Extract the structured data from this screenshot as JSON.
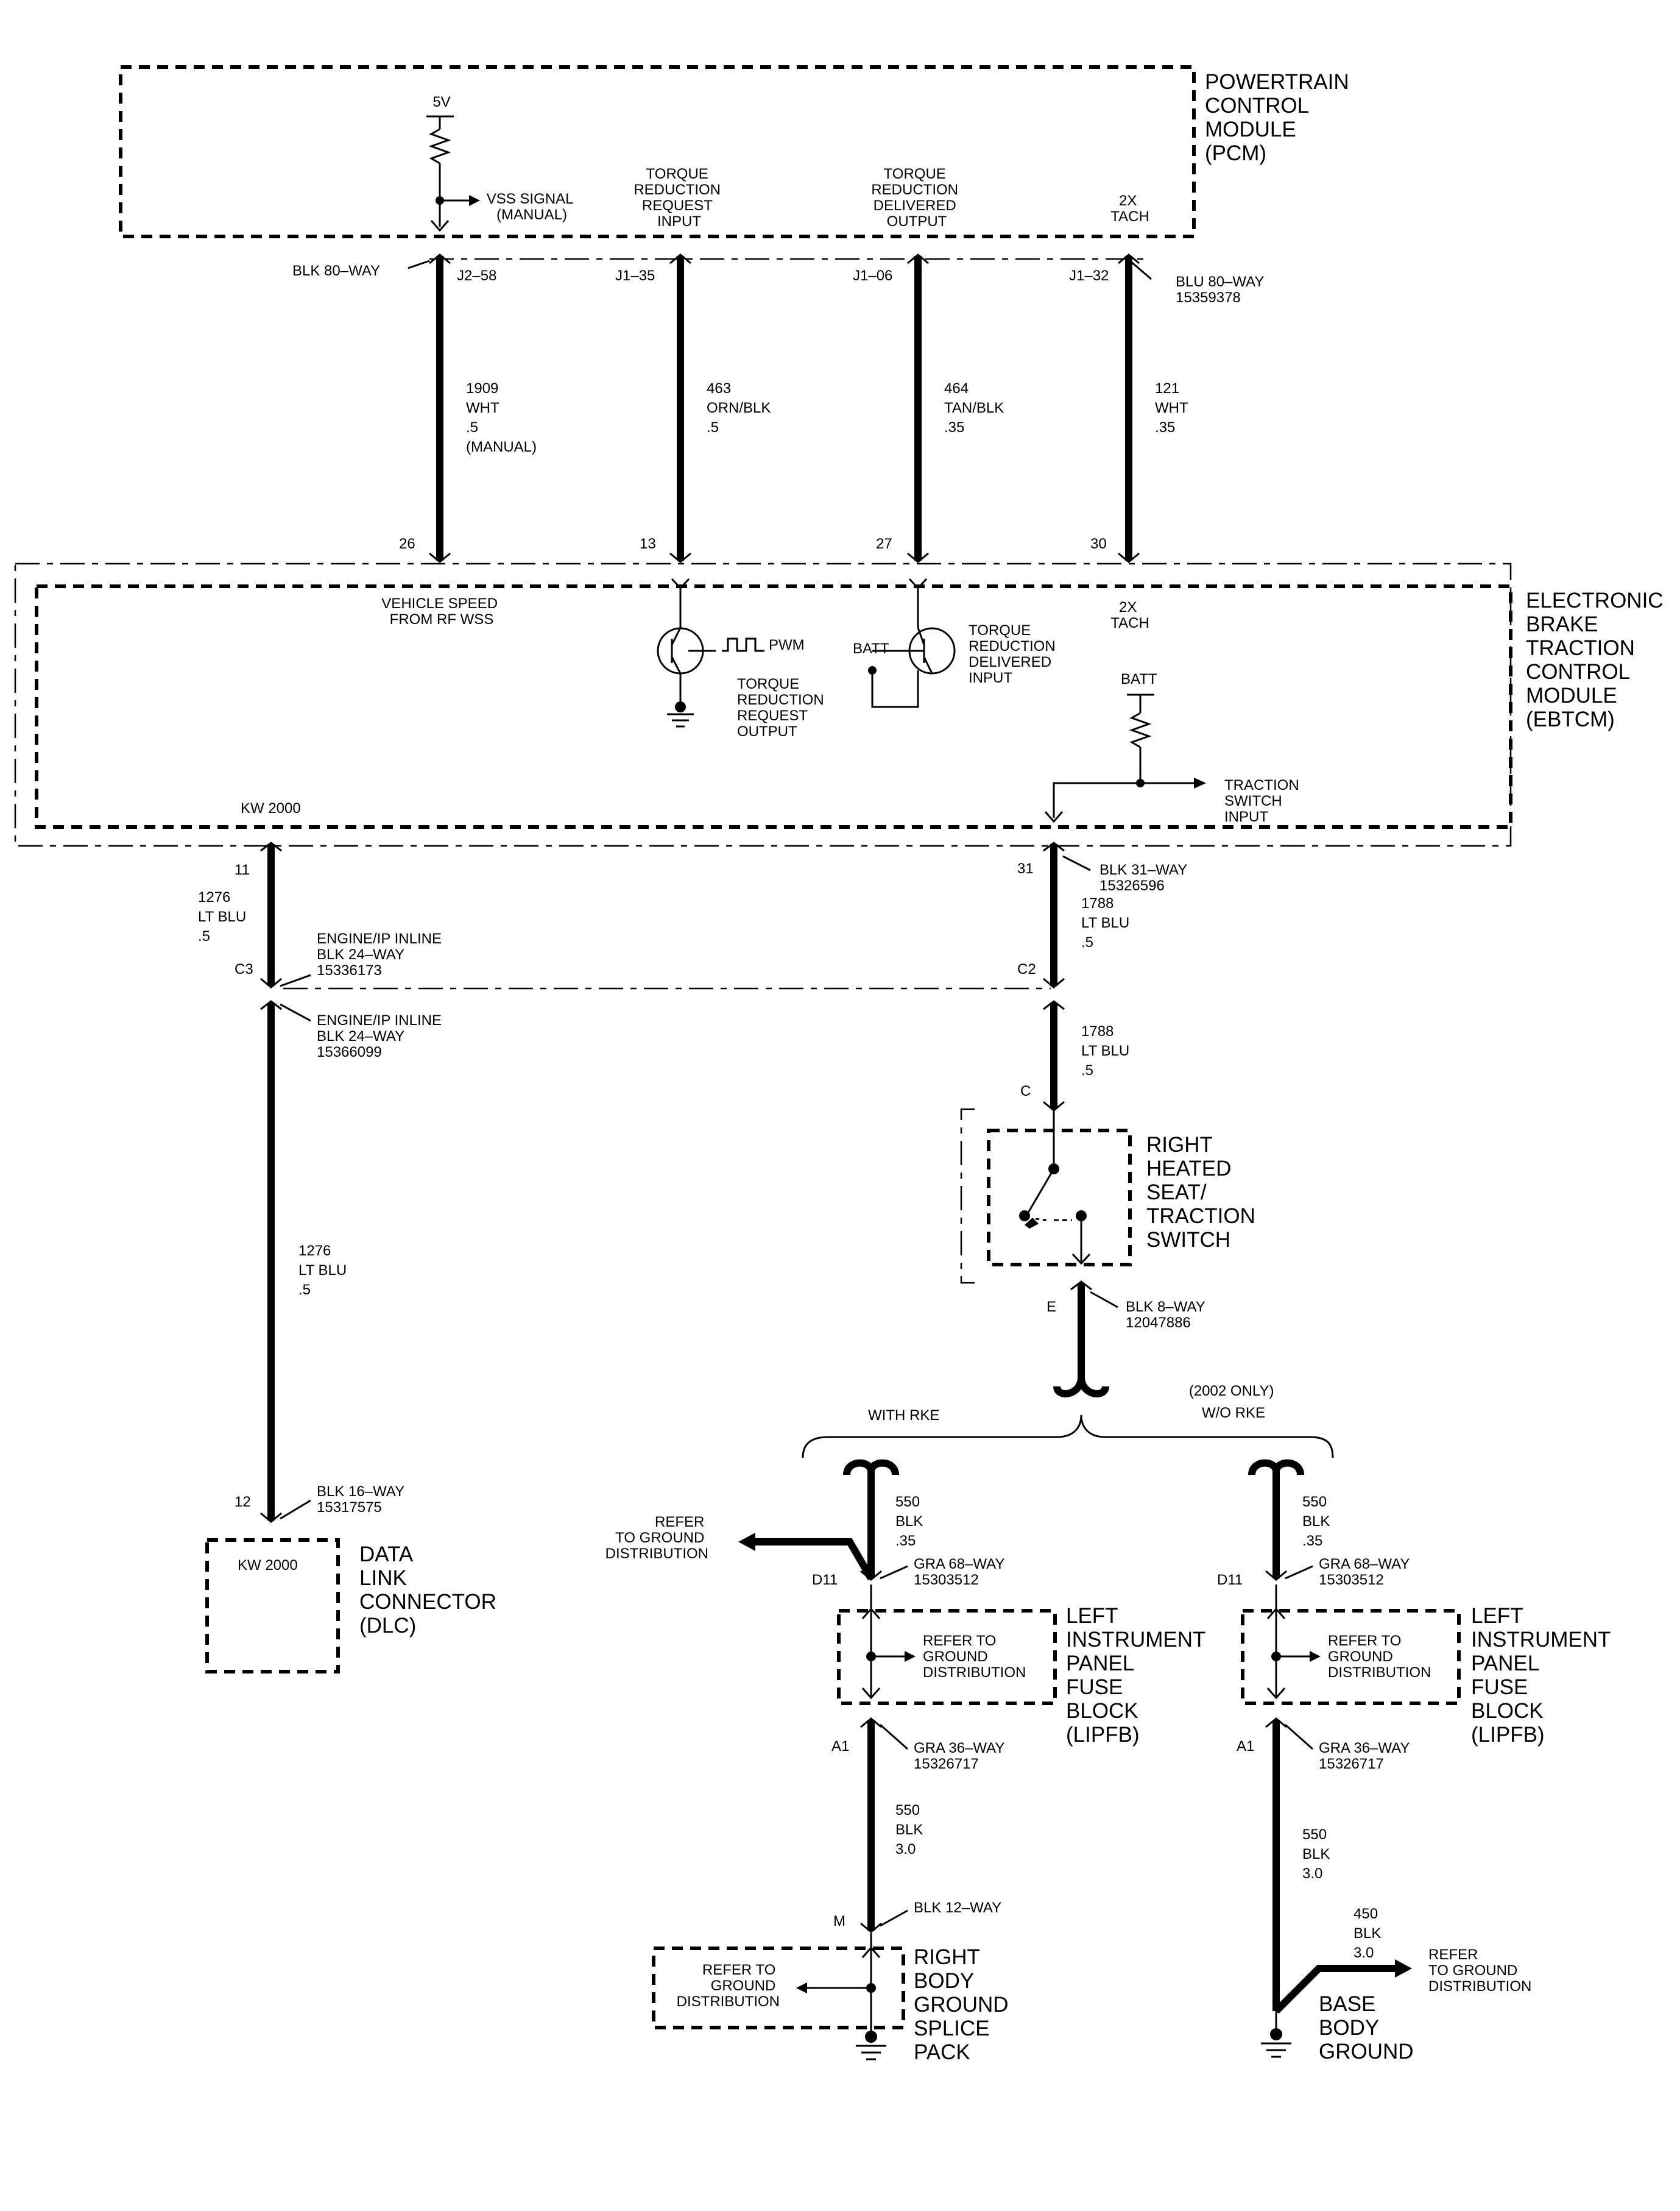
{
  "pcm": {
    "title": [
      "POWERTRAIN",
      "CONTROL",
      "MODULE",
      "(PCM)"
    ],
    "supply_5v": "5V",
    "vss_signal": [
      "VSS SIGNAL",
      "(MANUAL)"
    ],
    "torque_req_input": [
      "TORQUE",
      "REDUCTION",
      "REQUEST",
      "INPUT"
    ],
    "torque_del_output": [
      "TORQUE",
      "REDUCTION",
      "DELIVERED",
      "OUTPUT"
    ],
    "tach": [
      "2X",
      "TACH"
    ]
  },
  "pcm_connectors": {
    "left": "BLK 80–WAY",
    "right": [
      "BLU 80–WAY",
      "15359378"
    ],
    "pins": [
      "J2–58",
      "J1–35",
      "J1–06",
      "J1–32"
    ]
  },
  "wires_top": [
    [
      "1909",
      "WHT",
      ".5",
      "(MANUAL)"
    ],
    [
      "463",
      "ORN/BLK",
      ".5"
    ],
    [
      "464",
      "TAN/BLK",
      ".35"
    ],
    [
      "121",
      "WHT",
      ".35"
    ]
  ],
  "ebtcm_pins": [
    "26",
    "13",
    "27",
    "30"
  ],
  "ebtcm": {
    "title": [
      "ELECTRONIC",
      "BRAKE",
      "TRACTION",
      "CONTROL",
      "MODULE",
      "(EBTCM)"
    ],
    "vehicle_speed": [
      "VEHICLE SPEED",
      "FROM RF WSS"
    ],
    "pwm": "PWM",
    "torque_req_output": [
      "TORQUE",
      "REDUCTION",
      "REQUEST",
      "OUTPUT"
    ],
    "batt": "BATT",
    "torque_del_input": [
      "TORQUE",
      "REDUCTION",
      "DELIVERED",
      "INPUT"
    ],
    "tach": [
      "2X",
      "TACH"
    ],
    "batt2": "BATT",
    "traction_switch_input": [
      "TRACTION",
      "SWITCH",
      "INPUT"
    ],
    "kw2000": "KW 2000"
  },
  "left_branch": {
    "pin_11": "11",
    "wire1": [
      "1276",
      "LT BLU",
      ".5"
    ],
    "c3": "C3",
    "inline_top": [
      "ENGINE/IP INLINE",
      "BLK 24–WAY",
      "15336173"
    ],
    "inline_bottom": [
      "ENGINE/IP INLINE",
      "BLK 24–WAY",
      "15366099"
    ],
    "wire2": [
      "1276",
      "LT BLU",
      ".5"
    ],
    "pin_12": "12",
    "dlc_conn": [
      "BLK 16–WAY",
      "15317575"
    ],
    "dlc_inner": "KW 2000",
    "dlc_title": [
      "DATA",
      "LINK",
      "CONNECTOR",
      "(DLC)"
    ]
  },
  "right_branch": {
    "pin_31": "31",
    "ebtcm_conn": [
      "BLK 31–WAY",
      "15326596"
    ],
    "wire1": [
      "1788",
      "LT BLU",
      ".5"
    ],
    "c2": "C2",
    "wire2": [
      "1788",
      "LT BLU",
      ".5"
    ],
    "pin_c": "C",
    "switch_title": [
      "RIGHT",
      "HEATED",
      "SEAT/",
      "TRACTION",
      "SWITCH"
    ],
    "pin_e": "E",
    "switch_conn": [
      "BLK 8–WAY",
      "12047886"
    ],
    "with_rke": "WITH RKE",
    "wo_rke": [
      "(2002 ONLY)",
      "W/O RKE"
    ]
  },
  "rke_branch": {
    "wire550": [
      "550",
      "BLK",
      ".35"
    ],
    "refer": [
      "REFER",
      "TO GROUND",
      "DISTRIBUTION"
    ],
    "d11": "D11",
    "gra68": [
      "GRA 68–WAY",
      "15303512"
    ],
    "fuse_refer": [
      "REFER TO",
      "GROUND",
      "DISTRIBUTION"
    ],
    "fuse_title": [
      "LEFT",
      "INSTRUMENT",
      "PANEL",
      "FUSE",
      "BLOCK",
      "(LIPFB)"
    ],
    "a1": "A1",
    "gra36": [
      "GRA 36–WAY",
      "15326717"
    ],
    "wire550b": [
      "550",
      "BLK",
      "3.0"
    ],
    "pin_m": "M",
    "blk12": "BLK 12–WAY",
    "splice_refer": [
      "REFER TO",
      "GROUND",
      "DISTRIBUTION"
    ],
    "splice_title": [
      "RIGHT",
      "BODY",
      "GROUND",
      "SPLICE",
      "PACK"
    ]
  },
  "worke_branch": {
    "wire550": [
      "550",
      "BLK",
      ".35"
    ],
    "d11": "D11",
    "gra68": [
      "GRA 68–WAY",
      "15303512"
    ],
    "fuse_refer": [
      "REFER TO",
      "GROUND",
      "DISTRIBUTION"
    ],
    "fuse_title": [
      "LEFT",
      "INSTRUMENT",
      "PANEL",
      "FUSE",
      "BLOCK",
      "(LIPFB)"
    ],
    "a1": "A1",
    "gra36": [
      "GRA 36–WAY",
      "15326717"
    ],
    "wire550b": [
      "550",
      "BLK",
      "3.0"
    ],
    "wire450": [
      "450",
      "BLK",
      "3.0"
    ],
    "refer": [
      "REFER",
      "TO GROUND",
      "DISTRIBUTION"
    ],
    "ground_title": [
      "BASE",
      "BODY",
      "GROUND"
    ]
  }
}
